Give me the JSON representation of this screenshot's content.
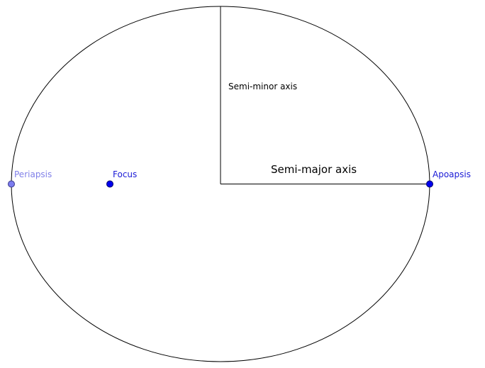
{
  "diagram": {
    "labels": {
      "semi_minor_axis": "Semi-minor axis",
      "semi_major_axis": "Semi-major axis",
      "periapsis": "Periapsis",
      "focus": "Focus",
      "apoapsis": "Apoapsis"
    },
    "colors": {
      "stroke": "#000000",
      "point_dark": "#0000ee",
      "point_light": "#7b7bee",
      "label_dark": "#1a1ad6",
      "label_light": "#8080e8",
      "text": "#000000"
    }
  }
}
